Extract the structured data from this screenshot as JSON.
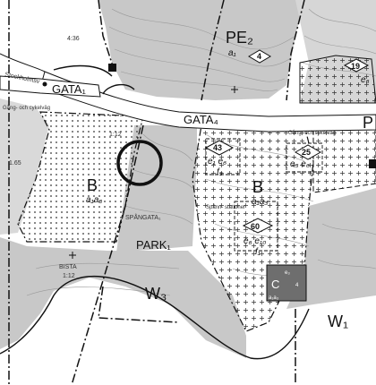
{
  "labels": {
    "pe2": "PE₂",
    "pe2_code": "a₁",
    "pe2_num": "4",
    "gata1": "GATA₁",
    "gata4": "GATA₄",
    "stockholmsv": "Stockholmsv",
    "gang_cykel_left": "Gång- och cykelväg",
    "gang_cykel_right": "Gång- och cykelväg",
    "p_right": "P",
    "num_19": "19",
    "e6": "e₆",
    "code_4_36": "4:36",
    "code_1_65": "1.65",
    "code_1_12_top": "1:12",
    "num_43": "43",
    "e1_e6": "e₁  e₆",
    "f3_top": "f₃",
    "num_25": "25",
    "e3_e4": "e₃  e₆",
    "b_left": "B",
    "b_left_code": "a₁a₃",
    "b_center": "B",
    "b_center_code": "a₁a₃",
    "num_60": "60",
    "e6_e10": "e₆  e₁₀",
    "f1": "f₁",
    "spanningstang": "SPÅNGATA₁",
    "park1": "PARK₁",
    "bista": "BISTA",
    "code_1_12_bottom": "1:12",
    "w3": "W₃",
    "w1": "W₁",
    "c_label": "C",
    "c_code": "a₁a₃",
    "c_e": "e₃",
    "c_num": "4",
    "small_note": "Spånn-\nstationer"
  },
  "colors": {
    "shade": "#c8c8c8",
    "dark_shade": "#8a8a8a",
    "line": "#111111",
    "road": "#ffffff",
    "contour": "#9a9a9a"
  }
}
